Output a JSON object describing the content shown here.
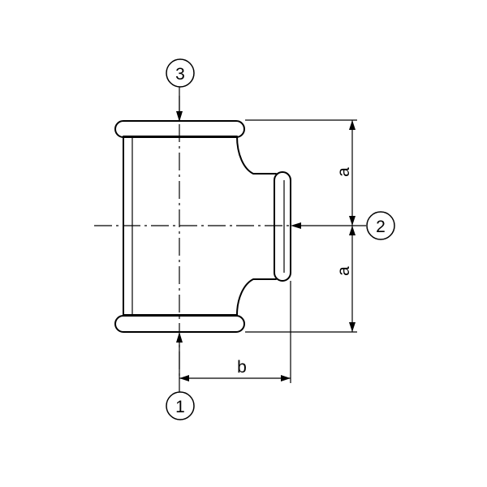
{
  "ports": {
    "port_1": "1",
    "port_2": "2",
    "port_3": "3"
  },
  "dimensions": {
    "upper_half": "a",
    "lower_half": "a",
    "branch_length": "b"
  }
}
